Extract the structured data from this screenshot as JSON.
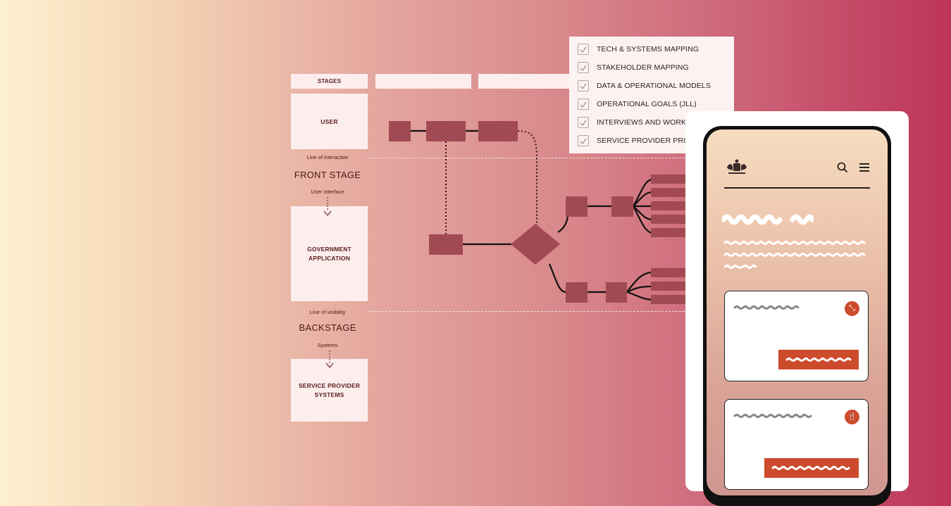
{
  "blueprint": {
    "stages_header": "STAGES",
    "lanes": {
      "user": "USER",
      "government_application": "GOVERNMENT APPLICATION",
      "service_provider_systems": "SERVICE PROVIDER SYSTEMS"
    },
    "line_of_interaction": "Line of interaction",
    "front_stage": "FRONT STAGE",
    "user_interface": "User Interface",
    "line_of_visibility": "Line of visibility",
    "backstage": "BACKSTAGE",
    "systems": "Systems"
  },
  "checklist": {
    "items": [
      "TECH & SYSTEMS MAPPING",
      "STAKEHOLDER MAPPING",
      "DATA & OPERATIONAL MODELS",
      "OPERATIONAL GOALS (JLL)",
      "INTERVIEWS AND WORKSHOPS",
      "SERVICE PROVIDER PROBLEMS"
    ]
  },
  "icons": {
    "logo": "coat-of-arms-logo",
    "search": "search-icon",
    "menu": "hamburger-menu-icon",
    "card1": "expand-icon",
    "card2": "utensils-icon",
    "check": "checkmark-icon"
  },
  "colors": {
    "box_fill": "#a24a53",
    "accent": "#cc4b2c",
    "lane_fill": "#fdeeee"
  }
}
